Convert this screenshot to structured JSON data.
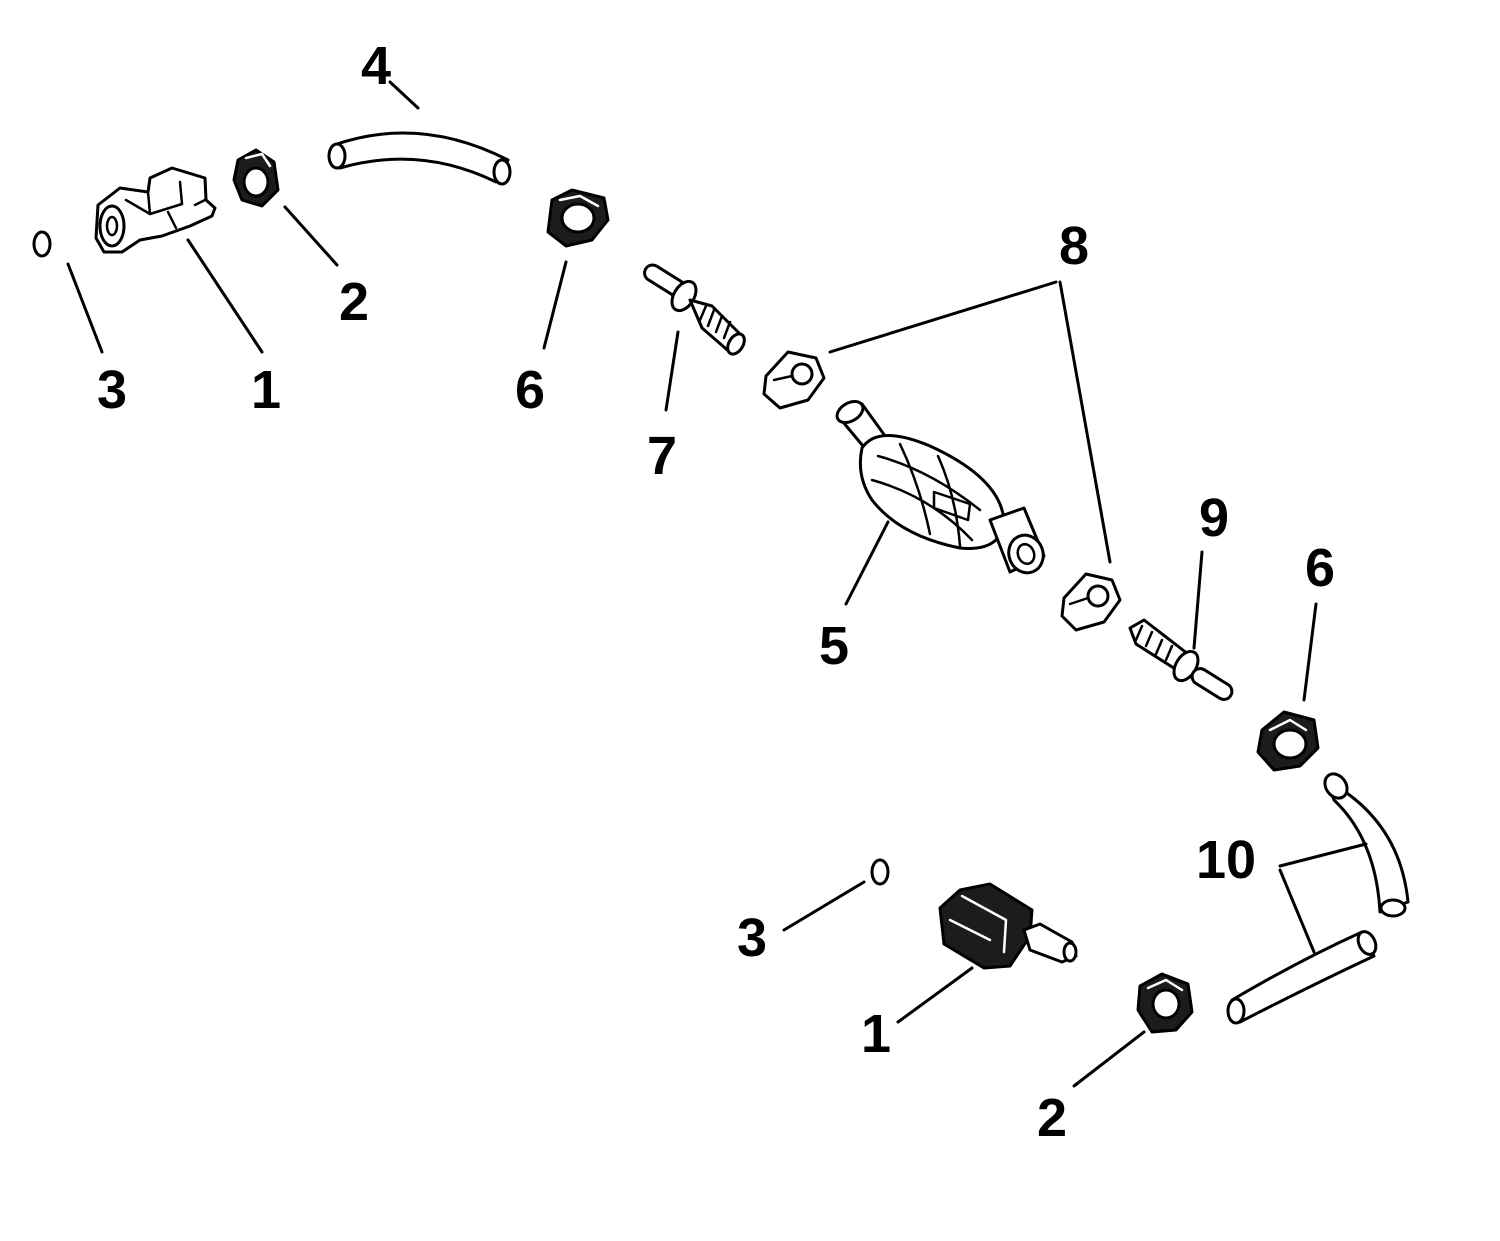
{
  "diagram": {
    "callouts": [
      {
        "id": "c4",
        "text": "4"
      },
      {
        "id": "c2-top",
        "text": "2"
      },
      {
        "id": "c3-top",
        "text": "3"
      },
      {
        "id": "c1-top",
        "text": "1"
      },
      {
        "id": "c6-top",
        "text": "6"
      },
      {
        "id": "c7",
        "text": "7"
      },
      {
        "id": "c8",
        "text": "8"
      },
      {
        "id": "c5",
        "text": "5"
      },
      {
        "id": "c9",
        "text": "9"
      },
      {
        "id": "c6-bot",
        "text": "6"
      },
      {
        "id": "c10",
        "text": "10"
      },
      {
        "id": "c3-bot",
        "text": "3"
      },
      {
        "id": "c1-bot",
        "text": "1"
      },
      {
        "id": "c2-bot",
        "text": "2"
      }
    ]
  }
}
